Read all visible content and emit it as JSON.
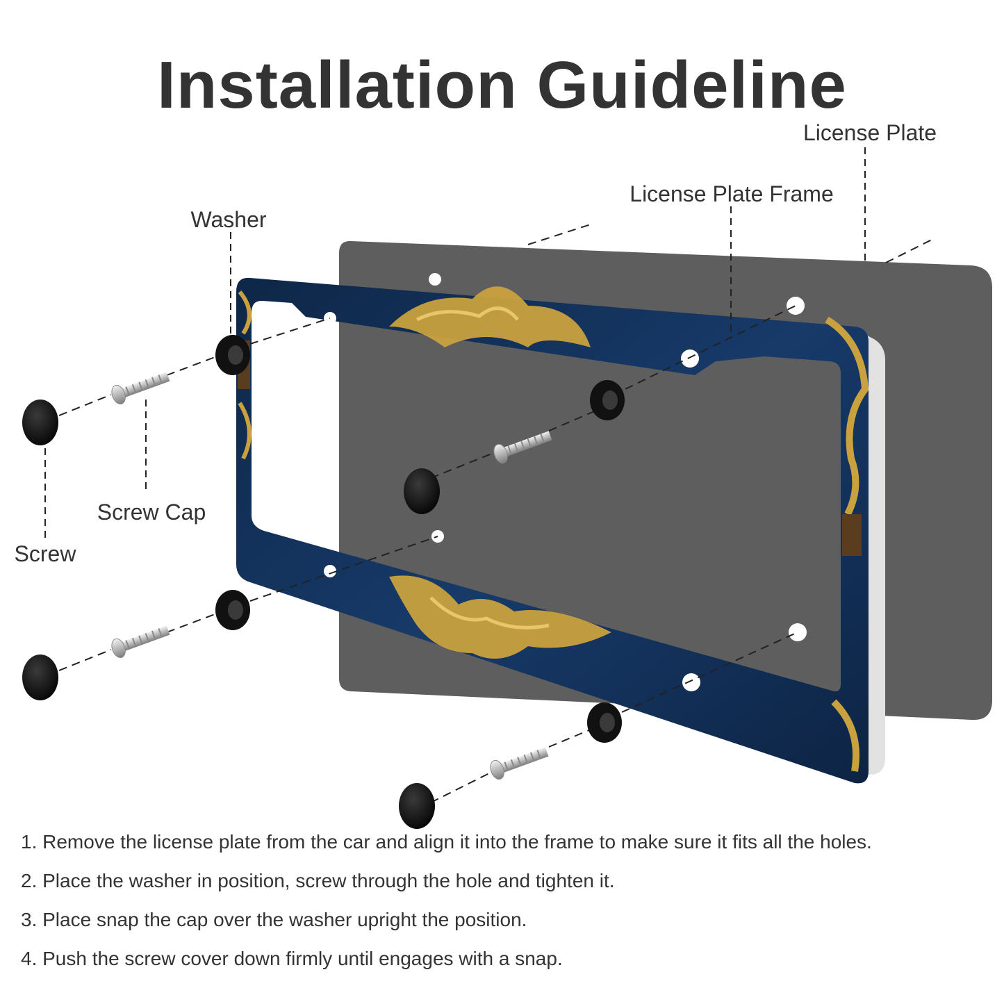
{
  "title": "Installation Guideline",
  "labels": {
    "license_plate": "License Plate",
    "license_plate_frame": "License Plate Frame",
    "washer": "Washer",
    "screw_cap": "Screw Cap",
    "screw": "Screw"
  },
  "steps": [
    "1. Remove the license plate from the car and align it into the frame to make sure it fits all the holes.",
    "2. Place the washer in position, screw through the hole and tighten it.",
    "3. Place snap the cap over the washer upright the position.",
    "4. Push the screw cover down firmly until engages with a snap."
  ],
  "colors": {
    "text": "#333333",
    "plate": "#5e5e5e",
    "frame_navy": "#12305a",
    "frame_gold": "#c9a13e",
    "hardware_black": "#111111",
    "screw_silver": "#c8c8c8"
  }
}
